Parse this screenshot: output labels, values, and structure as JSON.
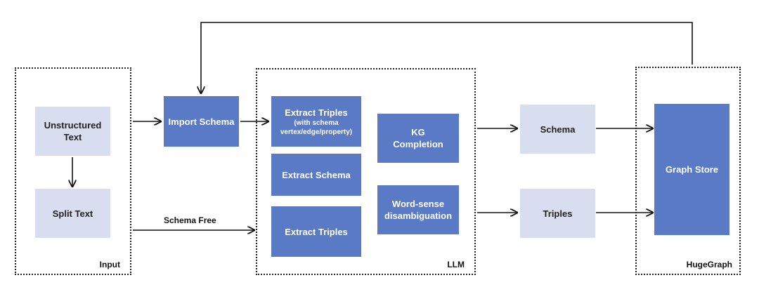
{
  "groups": {
    "input": "Input",
    "llm": "LLM",
    "hugegraph": "HugeGraph"
  },
  "nodes": {
    "unstructured_text": "Unstructured\nText",
    "split_text": "Split Text",
    "import_schema": "Import Schema",
    "extract_triples_schema_title": "Extract Triples",
    "extract_triples_schema_note": "(with schema\nvertex/edge/property)",
    "extract_schema": "Extract Schema",
    "extract_triples": "Extract Triples",
    "kg_completion": "KG\nCompletion",
    "word_sense": "Word-sense\ndisambiguation",
    "schema": "Schema",
    "triples": "Triples",
    "graph_store": "Graph Store"
  },
  "edges": {
    "schema_free": "Schema Free"
  },
  "colors": {
    "dark_node": "#5b7ac6",
    "light_node": "#d8ddf0",
    "border": "#222222"
  }
}
